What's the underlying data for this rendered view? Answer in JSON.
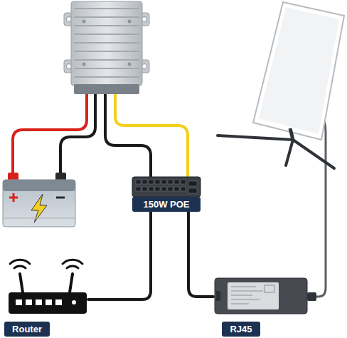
{
  "diagram": {
    "nodes": [
      {
        "text": [
          "150W POE"
        ]
      },
      {
        "text": [
          "Router"
        ]
      },
      {
        "text": [
          "RJ45"
        ]
      }
    ],
    "edges": [
      {
        "from": 0,
        "to": 1,
        "arrow": "none"
      },
      {
        "from": 0,
        "to": 2,
        "arrow": "none"
      }
    ]
  }
}
